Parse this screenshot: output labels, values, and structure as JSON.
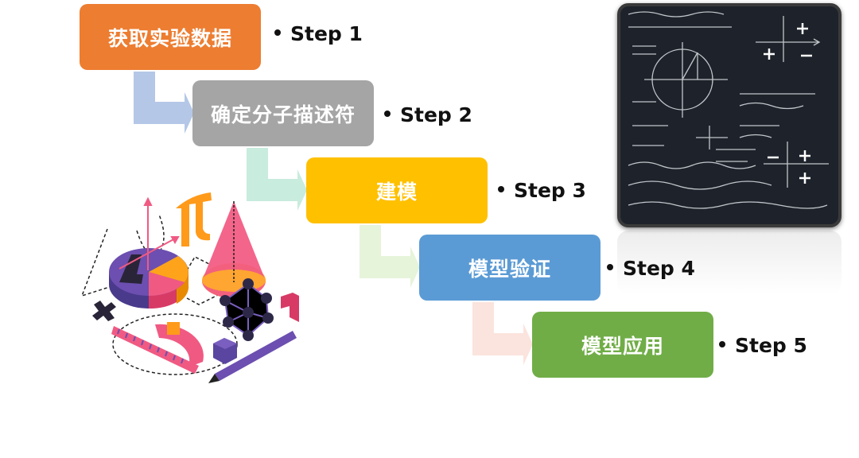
{
  "steps": [
    {
      "label": "获取实验数据",
      "step": "Step 1",
      "color": "#ED7D31"
    },
    {
      "label": "确定分子描述符",
      "step": "Step 2",
      "color": "#A5A5A5"
    },
    {
      "label": "建模",
      "step": "Step 3",
      "color": "#FFC000"
    },
    {
      "label": "模型验证",
      "step": "Step 4",
      "color": "#5B9BD5"
    },
    {
      "label": "模型应用",
      "step": "Step 5",
      "color": "#70AD47"
    }
  ],
  "connector_colors": [
    "#B4C7E7",
    "#C8ECDD",
    "#E6F4DA",
    "#FBE4DD"
  ],
  "images": {
    "blackboard": "math-formula-blackboard-image",
    "illustration": "isometric-math-illustration"
  }
}
